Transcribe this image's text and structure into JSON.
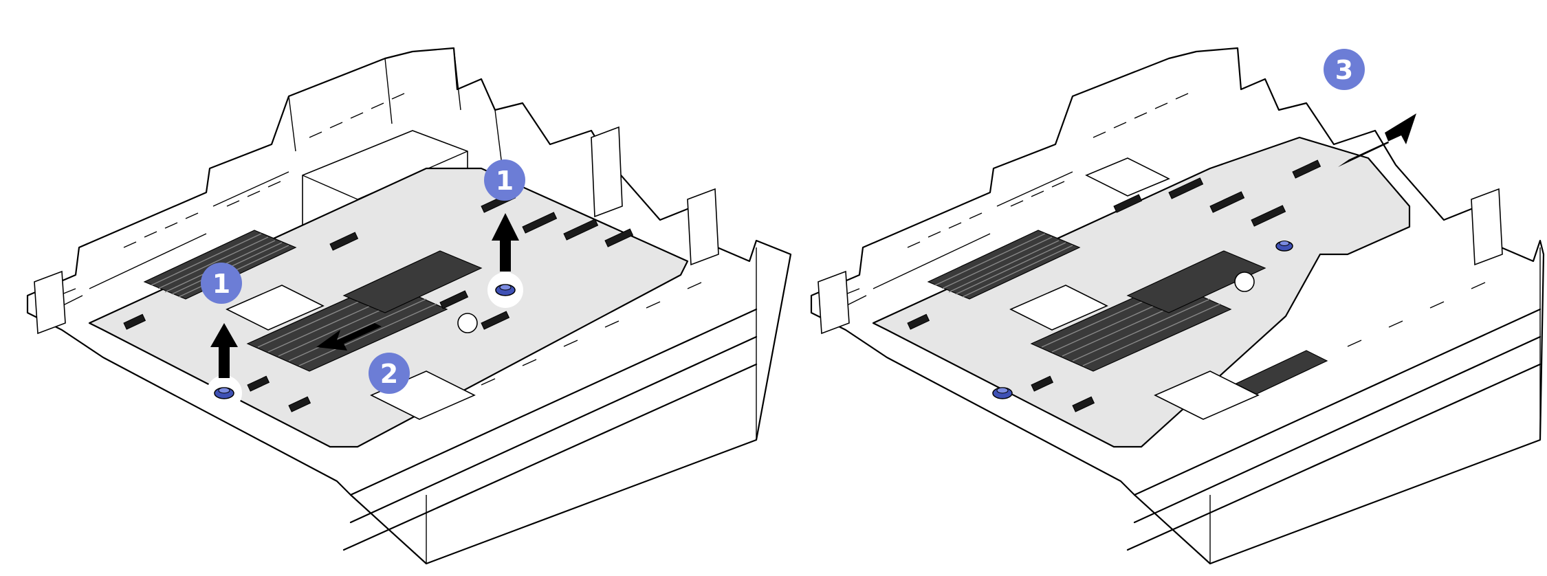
{
  "figure": {
    "panels": [
      {
        "id": "left",
        "callouts": [
          "1",
          "1",
          "2"
        ]
      },
      {
        "id": "right",
        "callouts": [
          "3"
        ]
      }
    ]
  },
  "callouts": {
    "step1": "1",
    "step2": "2",
    "step3": "3"
  },
  "colors": {
    "callout_fill": "#6c7dd6",
    "board_fill": "#e6e6e6",
    "plunger_blue": "#3f51b5",
    "arrow": "#000000"
  },
  "icons": {
    "arrow": "direction-arrow-icon",
    "plunger": "release-pin-icon"
  }
}
